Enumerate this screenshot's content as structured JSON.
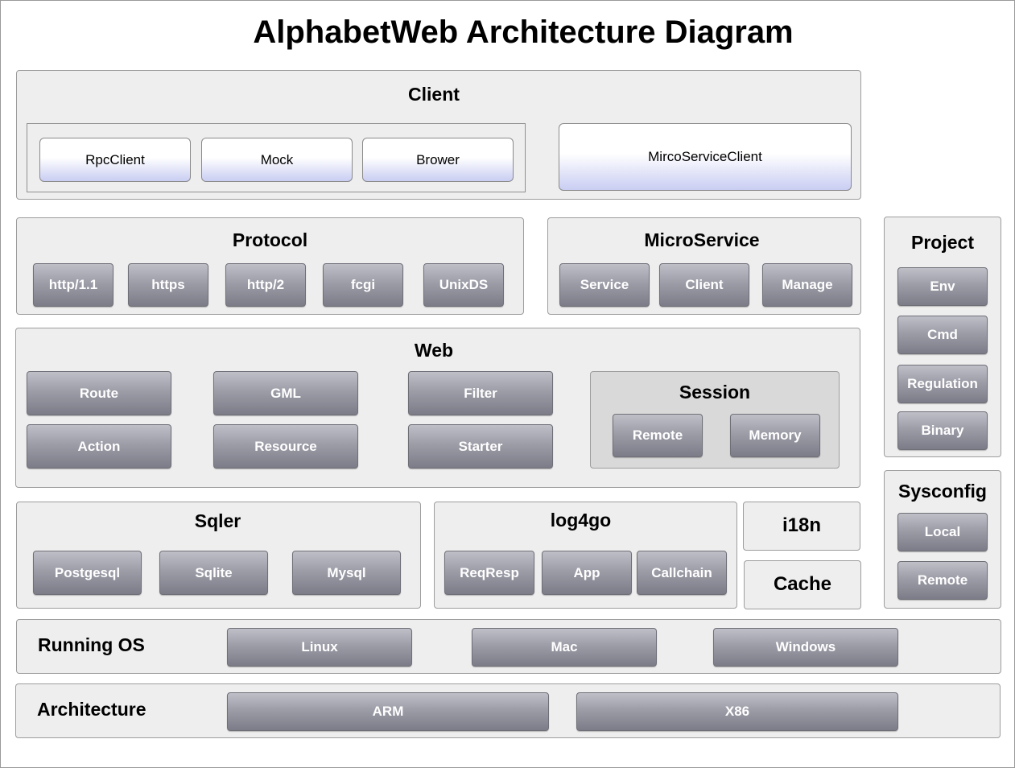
{
  "title": "AlphabetWeb Architecture Diagram",
  "client": {
    "title": "Client",
    "items": [
      "RpcClient",
      "Mock",
      "Brower"
    ],
    "micro_client": "MircoServiceClient"
  },
  "protocol": {
    "title": "Protocol",
    "items": [
      "http/1.1",
      "https",
      "http/2",
      "fcgi",
      "UnixDS"
    ]
  },
  "microservice": {
    "title": "MicroService",
    "items": [
      "Service",
      "Client",
      "Manage"
    ]
  },
  "project": {
    "title": "Project",
    "items": [
      "Env",
      "Cmd",
      "Regulation",
      "Binary"
    ]
  },
  "web": {
    "title": "Web",
    "items": [
      "Route",
      "GML",
      "Filter",
      "Action",
      "Resource",
      "Starter"
    ]
  },
  "session": {
    "title": "Session",
    "items": [
      "Remote",
      "Memory"
    ]
  },
  "sqler": {
    "title": "Sqler",
    "items": [
      "Postgesql",
      "Sqlite",
      "Mysql"
    ]
  },
  "log4go": {
    "title": "log4go",
    "items": [
      "ReqResp",
      "App",
      "Callchain"
    ]
  },
  "i18n": {
    "title": "i18n"
  },
  "cache": {
    "title": "Cache"
  },
  "sysconfig": {
    "title": "Sysconfig",
    "items": [
      "Local",
      "Remote"
    ]
  },
  "running_os": {
    "title": "Running OS",
    "items": [
      "Linux",
      "Mac",
      "Windows"
    ]
  },
  "architecture": {
    "title": "Architecture",
    "items": [
      "ARM",
      "X86"
    ]
  },
  "colors": {
    "panel": "#eeeeee",
    "button_dark": "#8a8a96",
    "button_light_bottom": "#c9cdf2"
  }
}
